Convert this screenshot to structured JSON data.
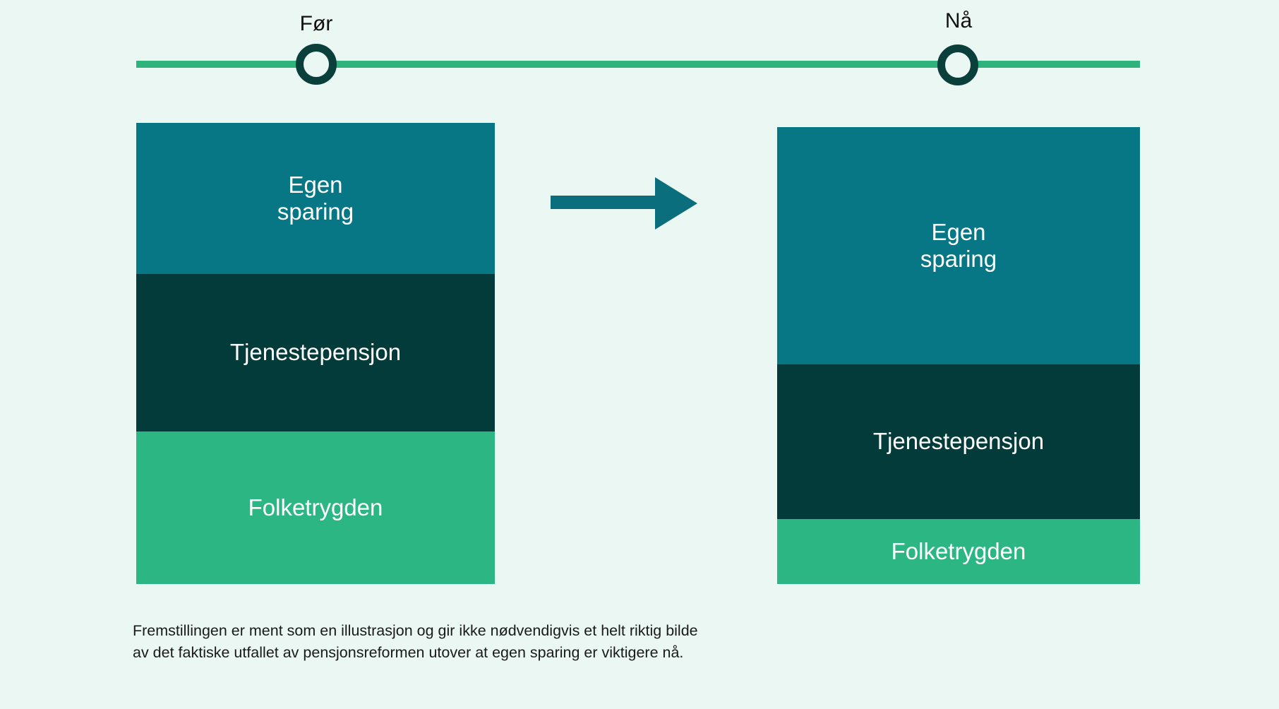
{
  "colors": {
    "background": "#eaf7f3",
    "timeline": "#2fb37d",
    "marker_ring": "#0a3f3c",
    "egen_sparing": "#077785",
    "tjenestepensjon": "#023b39",
    "folketrygden": "#2bb683",
    "arrow": "#0b6e7c",
    "text_dark": "#111111",
    "text_light": "#ffffff"
  },
  "timeline": {
    "before_label": "Før",
    "now_label": "Nå"
  },
  "bars": {
    "before": {
      "title": "Før",
      "segments": [
        {
          "label_line1": "Egen",
          "label_line2": "sparing",
          "name": "egen-sparing"
        },
        {
          "label_line1": "Tjenestepensjon",
          "label_line2": "",
          "name": "tjenestepensjon"
        },
        {
          "label_line1": "Folketrygden",
          "label_line2": "",
          "name": "folketrygden"
        }
      ]
    },
    "now": {
      "title": "Nå",
      "segments": [
        {
          "label_line1": "Egen",
          "label_line2": "sparing",
          "name": "egen-sparing"
        },
        {
          "label_line1": "Tjenestepensjon",
          "label_line2": "",
          "name": "tjenestepensjon"
        },
        {
          "label_line1": "Folketrygden",
          "label_line2": "",
          "name": "folketrygden"
        }
      ]
    }
  },
  "caption": {
    "line1": "Fremstillingen er ment som en illustrasjon og gir ikke nødvendigvis et helt riktig bilde",
    "line2": "av det faktiske utfallet av pensjonsreformen utover at egen sparing er viktigere nå."
  },
  "chart_data": {
    "type": "bar",
    "title": "",
    "categories": [
      "Før",
      "Nå"
    ],
    "series": [
      {
        "name": "Egen sparing",
        "values": [
          214,
          336
        ],
        "color": "#077785"
      },
      {
        "name": "Tjenestepensjon",
        "values": [
          223,
          219
        ],
        "color": "#023b39"
      },
      {
        "name": "Folketrygden",
        "values": [
          216,
          92
        ],
        "color": "#2bb683"
      }
    ],
    "stacked": true,
    "unit": "px (illustrative proportions)",
    "xlabel": "",
    "ylabel": "",
    "legend": "none (labels inside segments)",
    "grid": false,
    "annotations": [
      "Fremstillingen er ment som en illustrasjon og gir ikke nødvendigvis et helt riktig bilde av det faktiske utfallet av pensjonsreformen utover at egen sparing er viktigere nå."
    ]
  }
}
